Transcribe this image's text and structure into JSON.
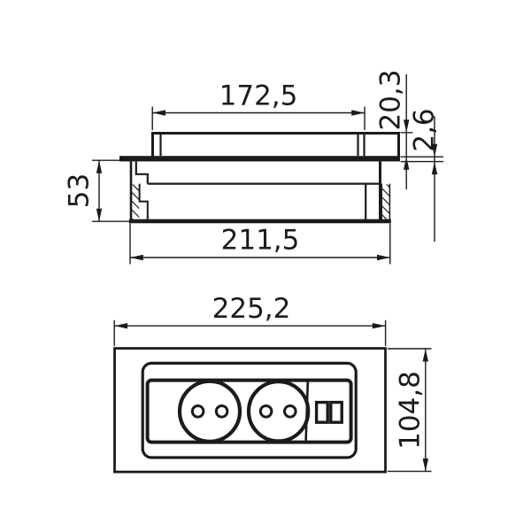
{
  "drawing": {
    "background_color": "#ffffff",
    "line_color": "#1b1b1b",
    "section_view": {
      "cover_width_label": "172,5",
      "cover_height_label": "20,3",
      "flange_thickness_label": "2,6",
      "body_depth_label": "53",
      "body_width_label": "211,5"
    },
    "plan_view": {
      "overall_width_label": "225,2",
      "overall_height_label": "104,8",
      "socket_count": 2,
      "usb_port_count": 2
    }
  }
}
